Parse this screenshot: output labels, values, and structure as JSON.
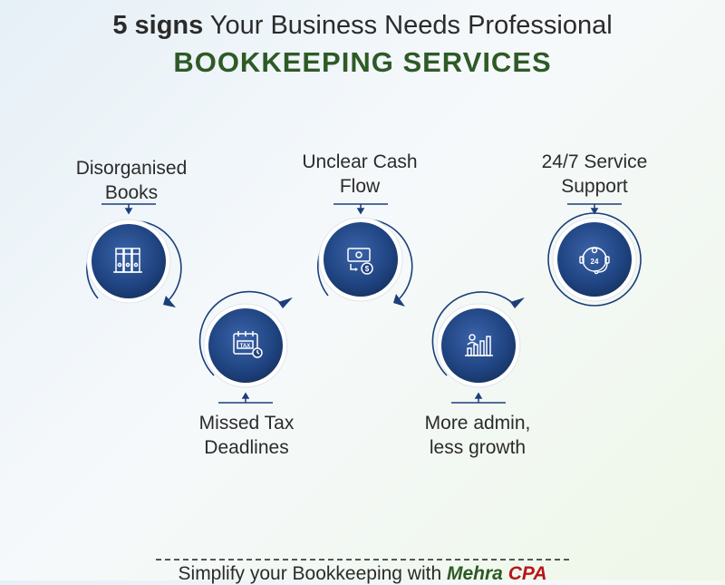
{
  "header": {
    "title_bold": "5 signs",
    "title_rest": " Your Business Needs Professional",
    "subtitle": "BOOKKEEPING SERVICES"
  },
  "signs": [
    {
      "line1": "Disorganised",
      "line2": "Books",
      "icon": "binders-icon"
    },
    {
      "line1": "Missed Tax",
      "line2": "Deadlines",
      "icon": "tax-calendar-icon"
    },
    {
      "line1": "Unclear Cash",
      "line2": "Flow",
      "icon": "cash-flow-icon"
    },
    {
      "line1": "More admin,",
      "line2": "less growth",
      "icon": "growth-chart-icon"
    },
    {
      "line1": "24/7 Service",
      "line2": "Support",
      "icon": "support-24-icon"
    }
  ],
  "footer": {
    "text": "Simplify your Bookkeeping with ",
    "brand1": "Mehra",
    "brand2": "CPA"
  },
  "colors": {
    "circle": "#1c3f7a",
    "title_green": "#2e5a26",
    "brand_red": "#b7161b"
  }
}
